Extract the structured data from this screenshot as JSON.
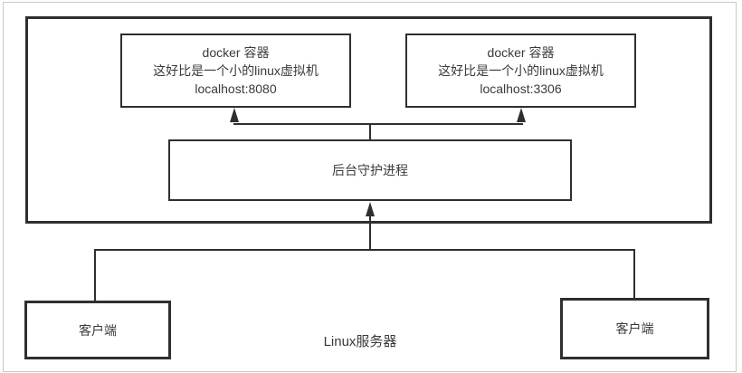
{
  "colors": {
    "line": "#2f2f2f",
    "text": "#3a3a3a",
    "background": "#ffffff",
    "frame": "#c9c9c9"
  },
  "containers": [
    {
      "title": "docker 容器",
      "description": "这好比是一个小的linux虚拟机",
      "address": "localhost:8080"
    },
    {
      "title": "docker 容器",
      "description": "这好比是一个小的linux虚拟机",
      "address": "localhost:3306"
    }
  ],
  "daemon": {
    "label": "后台守护进程"
  },
  "clients": [
    {
      "label": "客户端"
    },
    {
      "label": "客户端"
    }
  ],
  "server": {
    "label": "Linux服务器"
  }
}
